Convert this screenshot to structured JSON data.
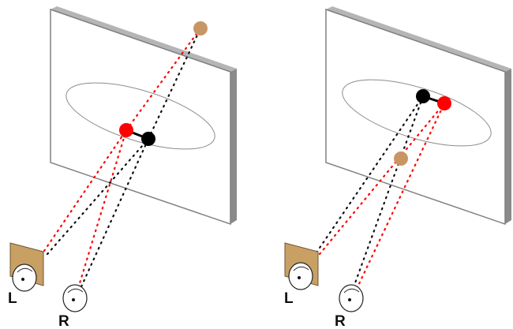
{
  "panels": [
    {
      "id": "left",
      "left_eye_label": "L",
      "right_eye_label": "R"
    },
    {
      "id": "right",
      "left_eye_label": "L",
      "right_eye_label": "R"
    }
  ],
  "colors": {
    "screen_face": "#ffffff",
    "screen_edge": "#9b9b9b",
    "screen_outline": "#808080",
    "orbit": "#8c8c8c",
    "red_ball": "#ff0000",
    "black_ball": "#000000",
    "tan_ball": "#c89664",
    "occluder": "#c8a064",
    "occluder_stroke": "#6e5432",
    "red_dots": "#ff0000",
    "black_dots": "#111111"
  }
}
